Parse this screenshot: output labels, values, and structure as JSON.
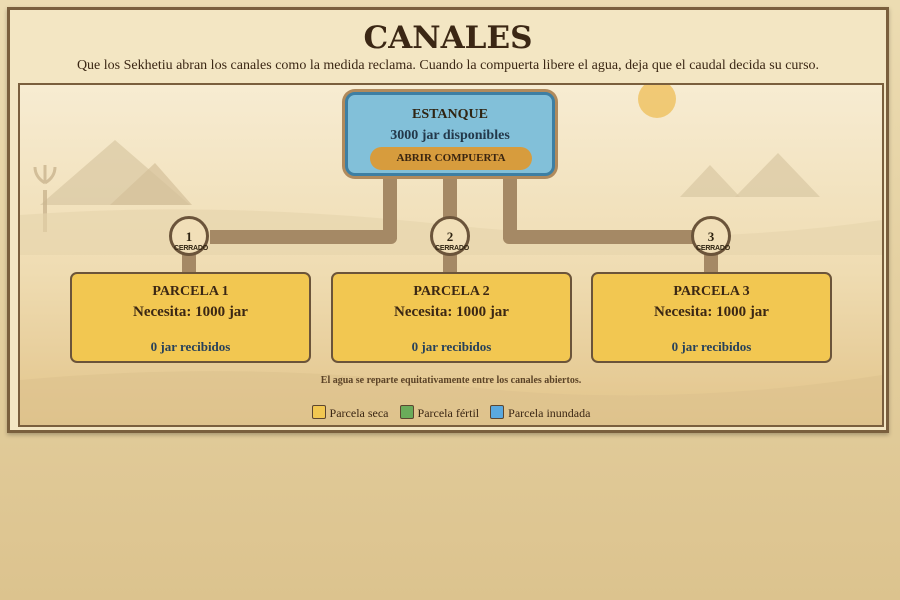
{
  "header": {
    "title": "CANALES",
    "subtitle": "Que los Sekhetiu abran los canales como la medida reclama. Cuando la compuerta libere el agua, deja que el caudal decida su curso."
  },
  "pond": {
    "title": "ESTANQUE",
    "amount": "3000 jar disponibles",
    "button": "ABRIR COMPUERTA"
  },
  "gates": [
    {
      "number": "1",
      "state": "CERRADO"
    },
    {
      "number": "2",
      "state": "CERRADO"
    },
    {
      "number": "3",
      "state": "CERRADO"
    }
  ],
  "plots": [
    {
      "name": "PARCELA 1",
      "need": "Necesita: 1000 jar",
      "received": "0 jar recibidos"
    },
    {
      "name": "PARCELA 2",
      "need": "Necesita: 1000 jar",
      "received": "0 jar recibidos"
    },
    {
      "name": "PARCELA 3",
      "need": "Necesita: 1000 jar",
      "received": "0 jar recibidos"
    }
  ],
  "note": "El agua se reparte equitativamente entre los canales abiertos.",
  "legend": [
    {
      "label": "Parcela seca",
      "color": "#f2c751"
    },
    {
      "label": "Parcela fértil",
      "color": "#6aab5a"
    },
    {
      "label": "Parcela inundada",
      "color": "#5aa8de"
    }
  ],
  "colors": {
    "pond_water": "#82c0d9",
    "plot_dry": "#f2c751",
    "canal": "#a58965",
    "button": "#d79c3d"
  }
}
